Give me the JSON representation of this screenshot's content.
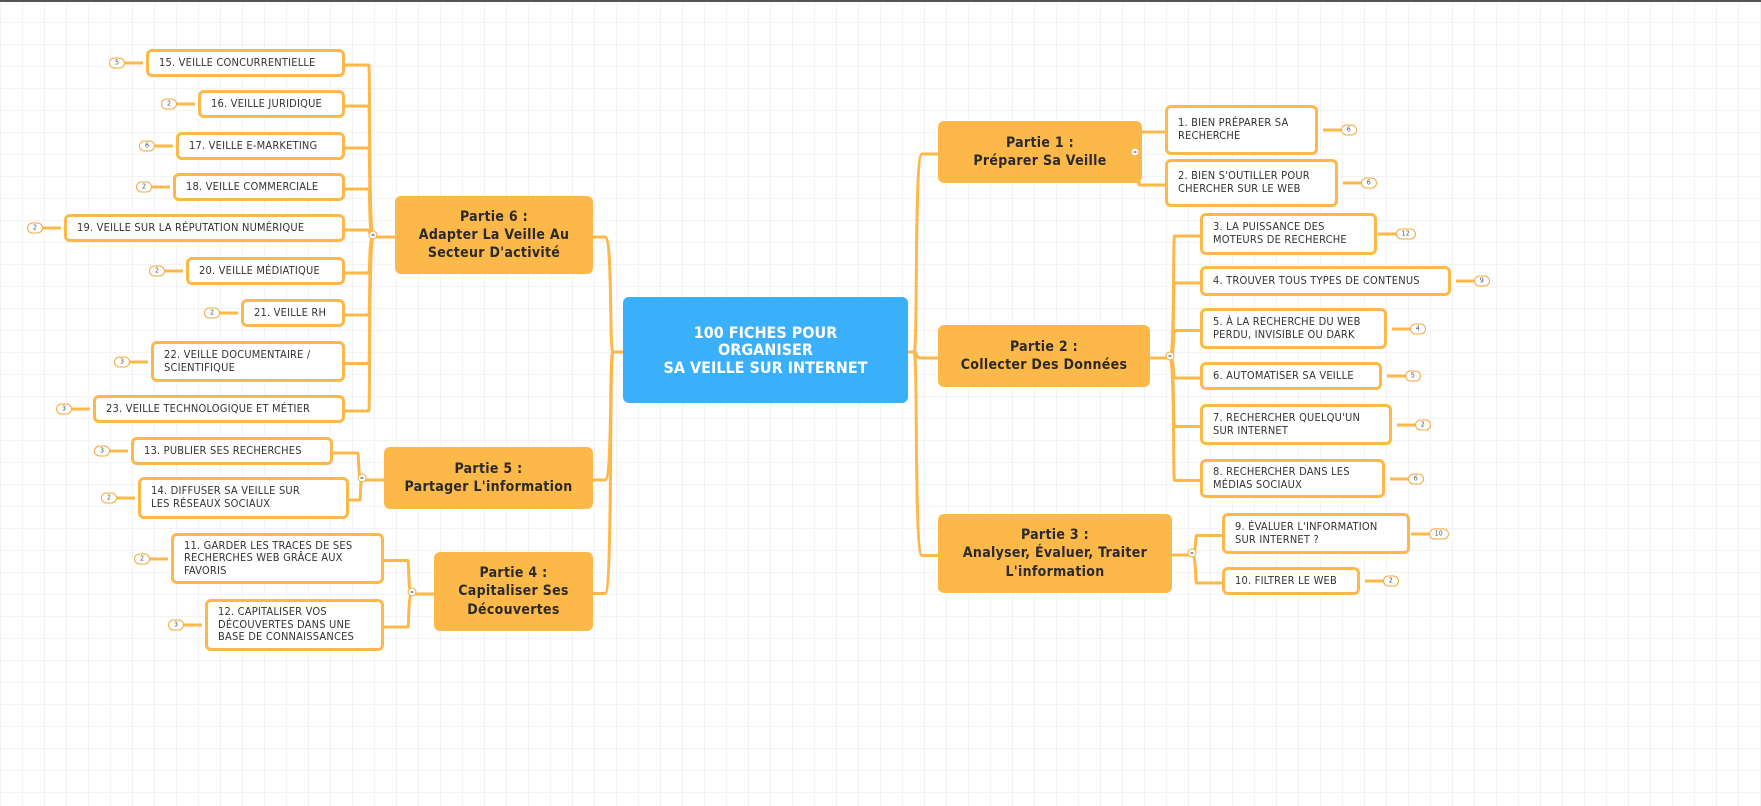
{
  "center": {
    "title": "100 FICHES POUR\nORGANISER\nSA VEILLE SUR INTERNET"
  },
  "colors": {
    "center": "#3ab0fb",
    "branch": "#fdb84a",
    "line": "#fdb84a"
  },
  "parts": [
    {
      "title": "Partie 1 :\nPréparer Sa Veille",
      "leaves": [
        {
          "text": "1. BIEN PRÉPARER SA\nRECHERCHE",
          "badge": "6"
        },
        {
          "text": "2. BIEN S'OUTILLER POUR\nCHERCHER SUR LE WEB",
          "badge": "6"
        }
      ]
    },
    {
      "title": "Partie 2 :\nCollecter Des Données",
      "leaves": [
        {
          "text": "3. LA PUISSANCE DES\nMOTEURS DE RECHERCHE",
          "badge": "12"
        },
        {
          "text": "4. TROUVER TOUS TYPES DE CONTENUS",
          "badge": "9"
        },
        {
          "text": "5. À LA RECHERCHE DU WEB\nPERDU, INVISIBLE OU DARK",
          "badge": "4"
        },
        {
          "text": "6. AUTOMATISER SA VEILLE",
          "badge": "5"
        },
        {
          "text": "7. RECHERCHER QUELQU'UN\nSUR INTERNET",
          "badge": "2"
        },
        {
          "text": "8. RECHERCHER DANS LES\nMÉDIAS SOCIAUX",
          "badge": "6"
        }
      ]
    },
    {
      "title": "Partie 3 :\nAnalyser, Évaluer, Traiter\nL'information",
      "leaves": [
        {
          "text": "9. ÉVALUER L'INFORMATION\nSUR INTERNET ?",
          "badge": "10"
        },
        {
          "text": "10. FILTRER LE WEB",
          "badge": "2"
        }
      ]
    },
    {
      "title": "Partie 4 :\nCapitaliser Ses\nDécouvertes",
      "leaves": [
        {
          "text": "11. GARDER LES TRACES DE SES\nRECHERCHES WEB GRÂCE AUX\nFAVORIS",
          "badge": "2"
        },
        {
          "text": "12. CAPITALISER VOS\nDÉCOUVERTES DANS UNE\nBASE DE CONNAISSANCES",
          "badge": "3"
        }
      ]
    },
    {
      "title": "Partie 5 :\nPartager L'information",
      "leaves": [
        {
          "text": "13. PUBLIER SES RECHERCHES",
          "badge": "3"
        },
        {
          "text": "14. DIFFUSER SA VEILLE SUR\nLES RÉSEAUX SOCIAUX",
          "badge": "2"
        }
      ]
    },
    {
      "title": "Partie 6 :\nAdapter La Veille Au\nSecteur D'activité",
      "leaves": [
        {
          "text": "15. VEILLE CONCURRENTIELLE",
          "badge": "5"
        },
        {
          "text": "16. VEILLE JURIDIQUE",
          "badge": "2"
        },
        {
          "text": "17. VEILLE E-MARKETING",
          "badge": "6"
        },
        {
          "text": "18. VEILLE COMMERCIALE",
          "badge": "2"
        },
        {
          "text": "19. VEILLE SUR LA RÉPUTATION NUMÉRIQUE",
          "badge": "2"
        },
        {
          "text": "20. VEILLE MÉDIATIQUE",
          "badge": "2"
        },
        {
          "text": "21. VEILLE RH",
          "badge": "2"
        },
        {
          "text": "22. VEILLE DOCUMENTAIRE /\nSCIENTIFIQUE",
          "badge": "3"
        },
        {
          "text": "23. VEILLE TECHNOLOGIQUE ET MÉTIER",
          "badge": "3"
        }
      ]
    }
  ]
}
